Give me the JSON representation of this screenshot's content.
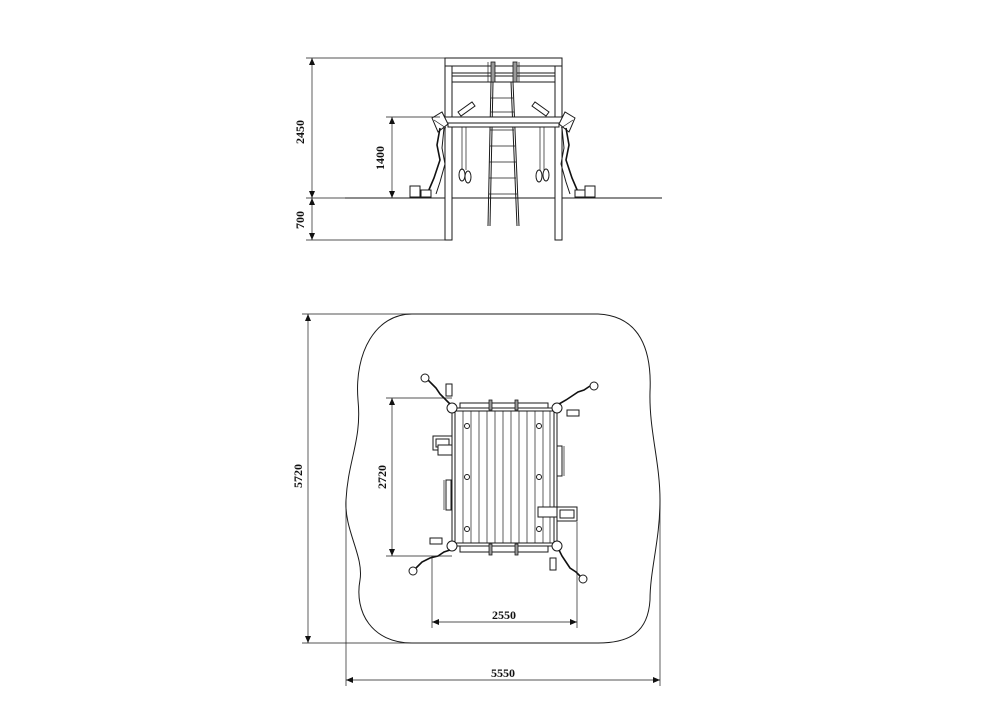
{
  "dimensions": {
    "elevation_total_height": "2450",
    "elevation_platform_height": "1400",
    "elevation_footing_depth": "700",
    "plan_safety_depth": "5720",
    "plan_frame_depth": "2720",
    "plan_frame_width": "2550",
    "plan_safety_width": "5550"
  }
}
